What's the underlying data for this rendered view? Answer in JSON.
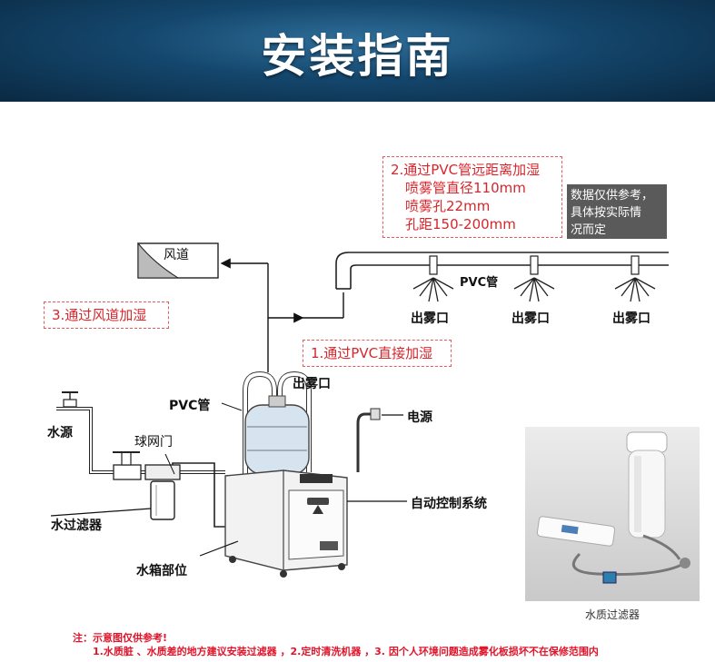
{
  "header": {
    "title": "安装指南"
  },
  "callouts": {
    "pvc_long": {
      "line1": "2.通过PVC管远距离加湿",
      "line2": "喷雾管直径110mm",
      "line3": "喷雾孔22mm",
      "line4": "孔距150-200mm"
    },
    "duct": "3.通过风道加湿",
    "pvc_direct": "1.通过PVC直接加湿"
  },
  "disclaimer": {
    "line1": "数据仅供参考，",
    "line2": "具体按实际情",
    "line3": "况而定"
  },
  "labels": {
    "duct": "风道",
    "pvc_pipe_top": "PVC管",
    "outlet_1": "出雾口",
    "outlet_2": "出雾口",
    "outlet_3": "出雾口",
    "outlet_unit": "出雾口",
    "pvc_pipe_unit": "PVC管",
    "power": "电源",
    "water_source": "水源",
    "ball_valve": "球网门",
    "water_filter": "水过滤器",
    "control_system": "自动控制系统",
    "water_tank": "水箱部位"
  },
  "photo": {
    "caption": "水质过滤器"
  },
  "note": {
    "line1": "注：示意图仅供参考!",
    "line2": "1.水质脏 、水质差的地方建议安装过滤器 ，2.定时清洗机器 ，3. 因个人环境问题造成雾化板损坏不在保修范围内"
  }
}
